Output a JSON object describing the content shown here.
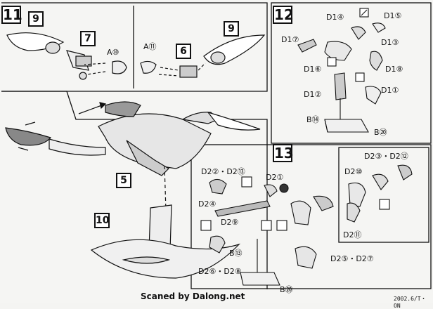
{
  "steps": {
    "s11": "11",
    "s12": "12",
    "s13": "13"
  },
  "step11": {
    "parts": {
      "p9a": "9",
      "p7": "7",
      "a10": "A⑩",
      "a11": "A⑪",
      "p6": "6",
      "p9b": "9",
      "p5": "5",
      "p10": "10"
    }
  },
  "step12": {
    "labels": {
      "d14": "D1④",
      "d15": "D1⑤",
      "d17": "D1⑦",
      "d13": "D1③",
      "d16": "D1⑥",
      "d18": "D1⑧",
      "d12": "D1②",
      "d11": "D1①",
      "b14": "B⑭",
      "b20": "B⑳"
    }
  },
  "step13": {
    "labels": {
      "d23_212": "D2③・D2⑫",
      "d22_213": "D2②・D2⑬",
      "d21": "D2①",
      "d210": "D2⑩",
      "d24": "D2④",
      "d29": "D2⑨",
      "d211": "D2⑪",
      "b13": "B⑬",
      "d26_28": "D2⑥・D2⑧",
      "d25_27": "D2⑤・D2⑦",
      "b20": "B⑳"
    }
  },
  "footer": {
    "scan_credit": "Scaned by Dalong.net",
    "code": "2002.6/T・ON"
  }
}
